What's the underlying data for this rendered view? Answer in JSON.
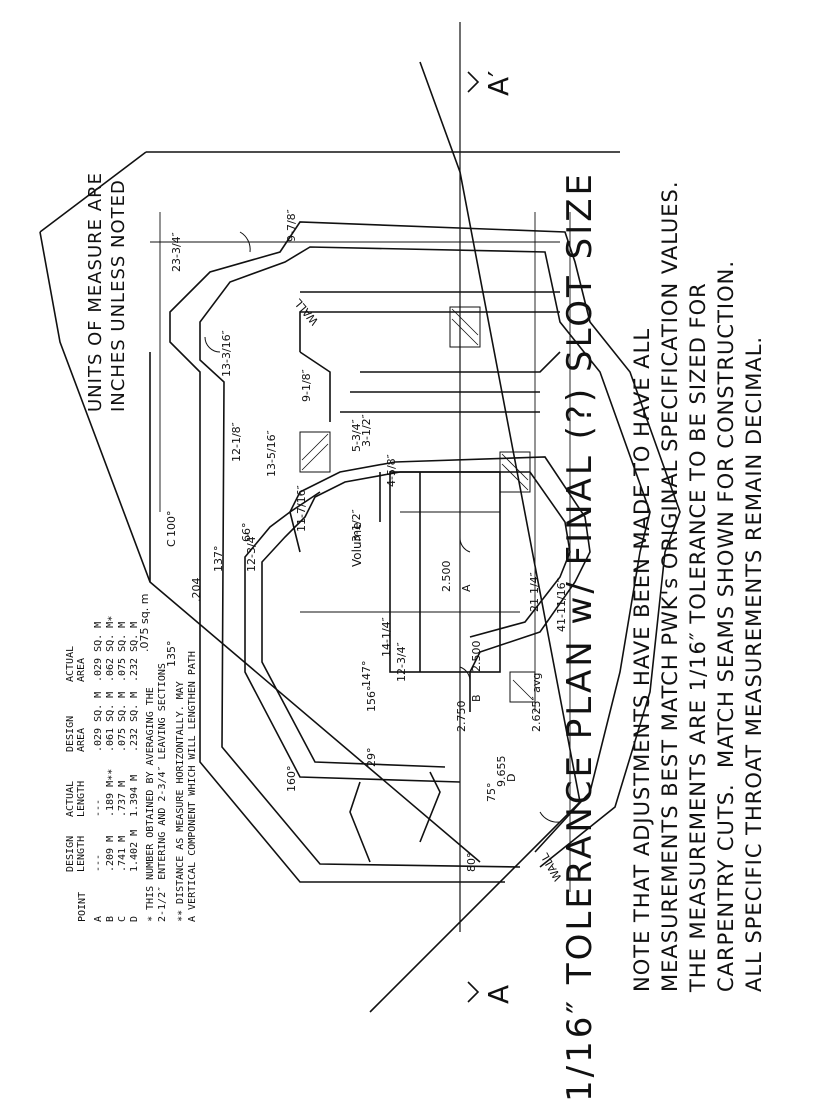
{
  "title": "1/16″ TOLERANCE PLAN w/ FINAL (?) SLOT SIZE",
  "notes": [
    "NOTE THAT ADJUSTMENTS HAVE BEEN MADE TO HAVE ALL",
    "MEASUREMENTS BEST MATCH PWK's ORIGINAL SPECIFICATION VALUES.",
    "THE MEASUREMENTS ARE 1/16″ TOLERANCE TO BE SIZED FOR",
    "CARPENTRY CUTS.  MATCH SEAMS SHOWN FOR CONSTRUCTION.",
    "ALL SPECIFIC THROAT MEASUREMENTS REMAIN DECIMAL."
  ],
  "units_note": [
    "UNITS OF MEASURE ARE",
    "INCHES UNLESS NOTED"
  ],
  "section_markers": {
    "left": "A",
    "right": "A′"
  },
  "wall_labels": [
    "WALL",
    "WALL"
  ],
  "table": {
    "headers": {
      "point": "POINT",
      "design_length": "DESIGN\nLENGTH",
      "actual_length": "ACTUAL\nLENGTH",
      "design_area": "DESIGN\nAREA",
      "actual_area": "ACTUAL\nAREA"
    },
    "rows": [
      {
        "point": "A",
        "design_length": "---",
        "actual_length": "---",
        "design_area": ".029 SQ. M",
        "actual_area": ".029 SQ. M"
      },
      {
        "point": "B",
        "design_length": ".209 M",
        "actual_length": ".189 M∗∗",
        "design_area": ".061 SQ. M",
        "actual_area": ".062 SQ. M∗"
      },
      {
        "point": "C",
        "design_length": ".741 M",
        "actual_length": ".737 M",
        "design_area": ".075 SQ. M",
        "actual_area": ".075 SQ. M"
      },
      {
        "point": "D",
        "design_length": "1.402 M",
        "actual_length": "1.394 M",
        "design_area": ".232 SQ. M",
        "actual_area": ".232 SQ. M"
      }
    ],
    "footnotes": [
      "∗ THIS NUMBER OBTAINED BY AVERAGING THE",
      "2-1/2″ ENTERING AND 2-3/4″ LEAVING SECTIONS",
      "∗∗ DISTANCE AS MEASURE HORIZONTALLY. MAY",
      "A VERTICAL COMPONENT WHICH WILL LENGTHEN PATH"
    ]
  },
  "dimensions": [
    "23-3/4″",
    "13-3/16″",
    "9-7/8″",
    "12-1/8″",
    "13-5/16″",
    "9-1/8″",
    "12-3/4″",
    "11-7/16″",
    "5-3/4″",
    "3-1/2″",
    "4-5/8″",
    "3-1/2″",
    "12-3/4″",
    "14-1/4″",
    "21-1/4″",
    "41-11/16″",
    "2.500",
    "2.500",
    "2.750",
    "2.625″ avg",
    "9.655"
  ],
  "angles": [
    "100°",
    "135°",
    "137°",
    "66°",
    "147°",
    "156°",
    "160°",
    "29°",
    "75°",
    "80°"
  ],
  "areas": [
    ".075 sq. m",
    ".204"
  ],
  "point_labels": [
    "A",
    "B",
    "C",
    "D"
  ],
  "volume_label": "Volume"
}
